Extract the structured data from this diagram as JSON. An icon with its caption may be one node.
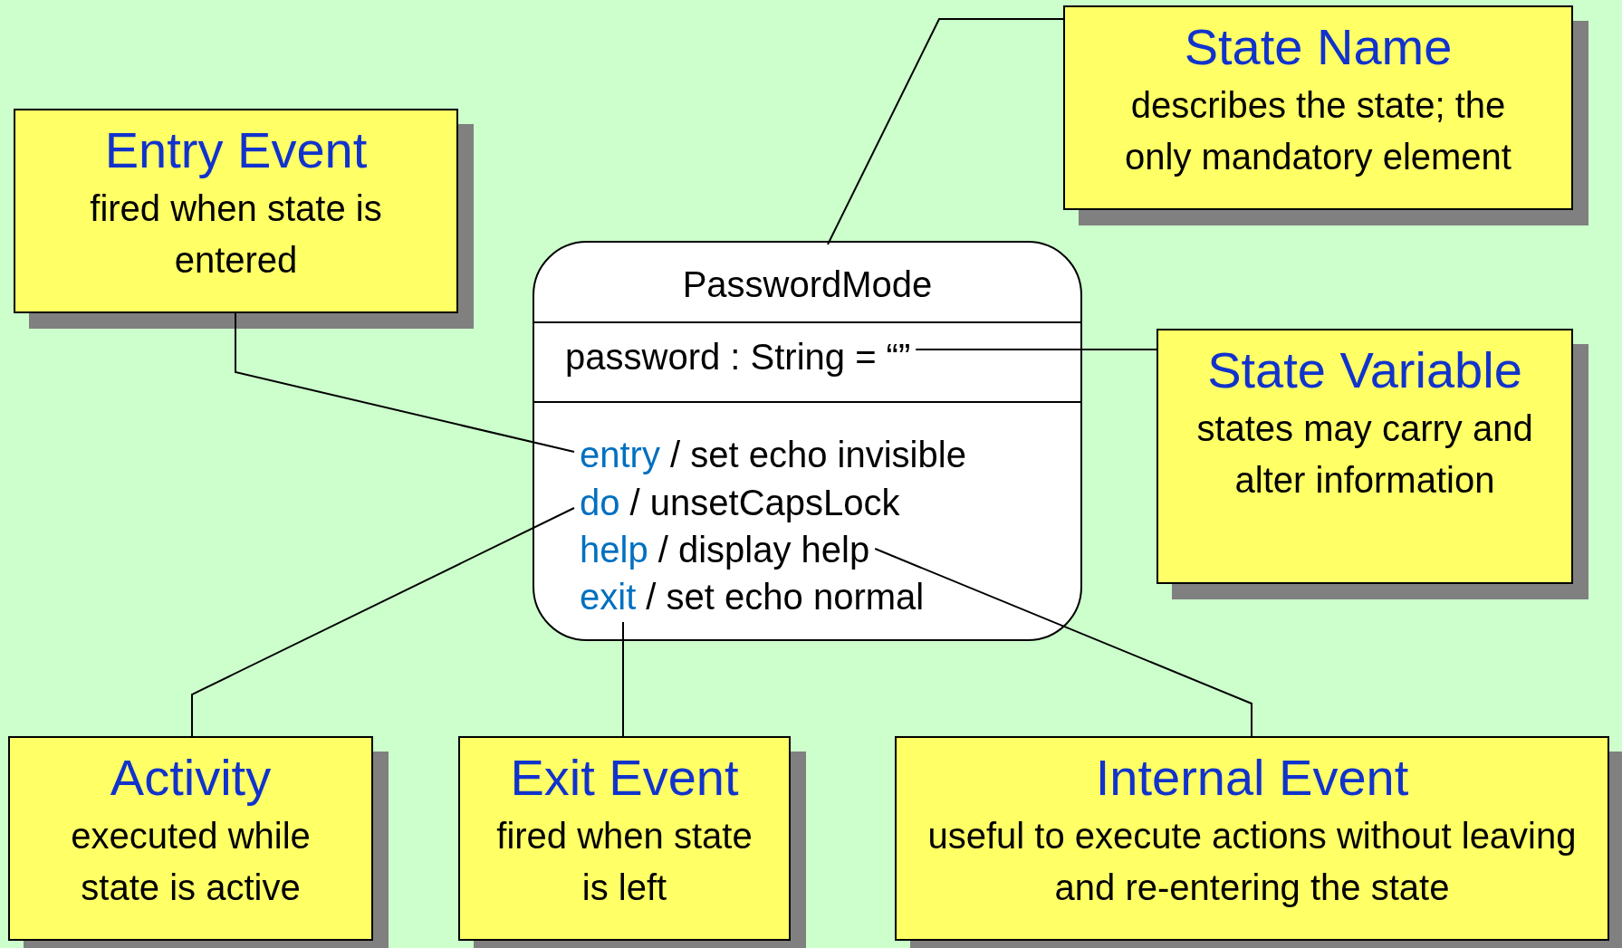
{
  "diagram": {
    "nodes": [
      {
        "text": [
          "Entry Event",
          "fired when state is entered"
        ]
      },
      {
        "text": [
          "State Name",
          "describes the state; the only mandatory element"
        ]
      },
      {
        "text": [
          "PasswordMode"
        ]
      },
      {
        "text": [
          "password : String = “”"
        ],
        "in": 2
      },
      {
        "text": [
          "*entry* / set echo invisible"
        ],
        "in": 2
      },
      {
        "text": [
          "*do* / unsetCapsLock"
        ],
        "in": 2
      },
      {
        "text": [
          "*help* / display help"
        ],
        "in": 2
      },
      {
        "text": [
          "*exit* / set echo normal"
        ],
        "in": 2
      },
      {
        "text": [
          "State Variable",
          "states may carry and alter information"
        ]
      },
      {
        "text": [
          "Activity",
          "executed while state is active"
        ]
      },
      {
        "text": [
          "Exit Event",
          "fired when state is left"
        ]
      },
      {
        "text": [
          "Internal Event",
          "useful to execute actions without leaving and re-entering the state"
        ]
      }
    ],
    "edges": [
      {
        "from": 0,
        "to": 4,
        "arrow": "none"
      },
      {
        "from": 1,
        "to": 2,
        "arrow": "none"
      },
      {
        "from": 8,
        "to": 3,
        "arrow": "none"
      },
      {
        "from": 9,
        "to": 5,
        "arrow": "none"
      },
      {
        "from": 10,
        "to": 7,
        "arrow": "none"
      },
      {
        "from": 11,
        "to": 6,
        "arrow": "none"
      }
    ]
  }
}
